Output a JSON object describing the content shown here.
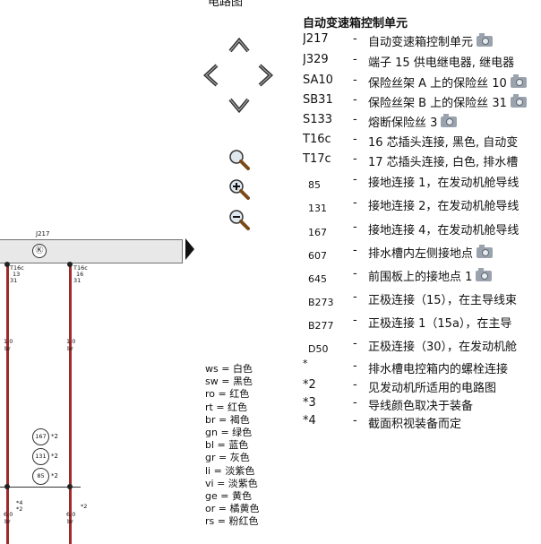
{
  "header_partial": "电路图",
  "diagram": {
    "control_unit_label": "J217",
    "wire_left": {
      "connector_code": "T16c",
      "connector_pin": "13",
      "terminal": "31",
      "wire_size": "1.0",
      "wire_color": "br",
      "bottom_note_1": "*4",
      "bottom_note_2": "*2",
      "bottom_size": "6.0",
      "bottom_color": "br"
    },
    "wire_right": {
      "connector_code": "T16c",
      "connector_pin": "16",
      "terminal": "31",
      "wire_size": "1.0",
      "wire_color": "br",
      "side_note": "*2",
      "bottom_size": "6.0",
      "bottom_color": "br"
    },
    "nodes": [
      {
        "id": "167",
        "ref": "*2"
      },
      {
        "id": "131",
        "ref": "*2"
      },
      {
        "id": "85",
        "ref": "*2"
      }
    ]
  },
  "color_legend": [
    "ws = 白色",
    "sw = 黑色",
    "ro = 红色",
    "rt = 红色",
    "br = 褐色",
    "gn = 绿色",
    "bl = 蓝色",
    "gr = 灰色",
    "li = 淡紫色",
    "vi = 淡紫色",
    "ge = 黄色",
    "or = 橘黄色",
    "rs = 粉红色"
  ],
  "component_list": {
    "title": "自动变速箱控制单元",
    "items": [
      {
        "code": "J217",
        "desc": "自动变速箱控制单元"
      },
      {
        "code": "J329",
        "desc": "端子 15 供电继电器, 继电器"
      },
      {
        "code": "SA10",
        "desc": "保险丝架 A 上的保险丝 10"
      },
      {
        "code": "SB31",
        "desc": "保险丝架 B 上的保险丝 31"
      },
      {
        "code": "S133",
        "desc": "熔断保险丝 3"
      },
      {
        "code": "T16c",
        "desc": "16 芯插头连接, 黑色, 自动变"
      },
      {
        "code": "T17c",
        "desc": "17 芯插头连接, 白色, 排水槽"
      },
      {
        "code": "85",
        "desc": "接地连接 1，在发动机舱导线"
      },
      {
        "code": "131",
        "desc": "接地连接 2，在发动机舱导线"
      },
      {
        "code": "167",
        "desc": "接地连接 4，在发动机舱导线"
      },
      {
        "code": "607",
        "desc": "排水槽内左侧接地点"
      },
      {
        "code": "645",
        "desc": "前围板上的接地点 1"
      },
      {
        "code": "B273",
        "desc": "正极连接（15），在主导线束"
      },
      {
        "code": "B277",
        "desc": "正极连接 1（15a），在主导"
      },
      {
        "code": "D50",
        "desc": "正极连接（30），在发动机舱"
      },
      {
        "code": "*",
        "desc": "排水槽电控箱内的螺栓连接"
      },
      {
        "code": "*2",
        "desc": "见发动机所适用的电路图"
      },
      {
        "code": "*3",
        "desc": "导线颜色取决于装备"
      },
      {
        "code": "*4",
        "desc": "截面积视装备而定"
      }
    ],
    "dash": "-"
  },
  "icons": {
    "nav_up": "chevron-up-icon",
    "nav_left": "chevron-left-icon",
    "nav_right": "chevron-right-icon",
    "nav_down": "chevron-down-icon",
    "zoom_fit": "magnifier-icon",
    "zoom_in": "zoom-in-icon",
    "zoom_out": "zoom-out-icon",
    "photo": "camera-icon"
  },
  "colors": {
    "wire": "#9e2a2a",
    "control_box": "#e8e8e8",
    "camera_icon": "#9aa3ad"
  }
}
